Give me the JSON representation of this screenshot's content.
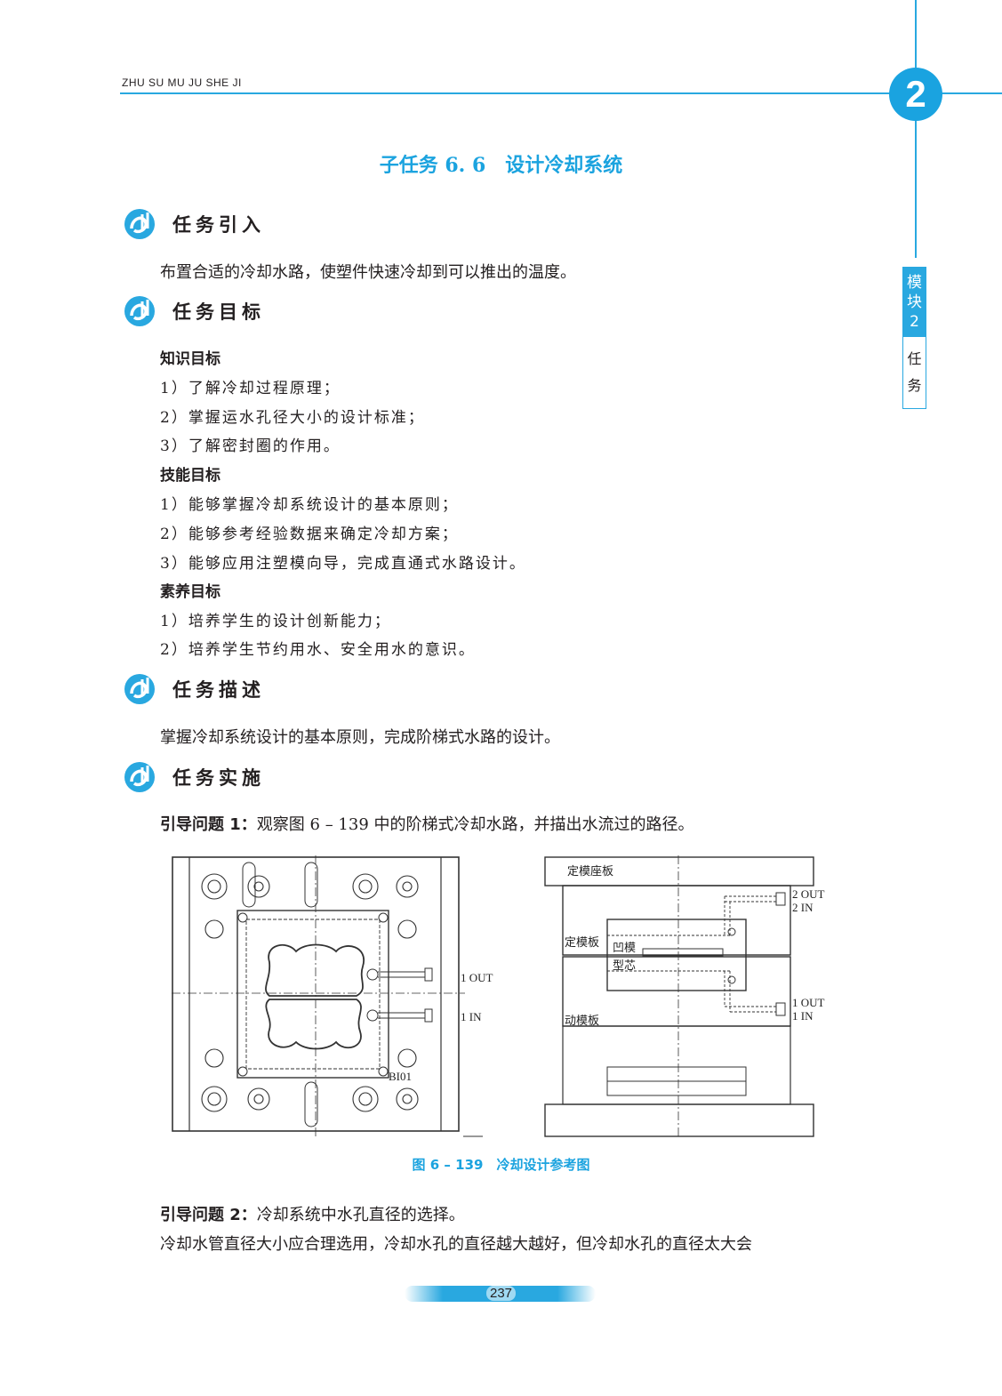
{
  "header": {
    "running_title": "ZHU SU MU JU SHE JI",
    "module_number": "2"
  },
  "side_tab": {
    "top_chars": [
      "模",
      "块",
      "2"
    ],
    "bottom_chars": [
      "任",
      "务"
    ]
  },
  "subtask_title": "子任务 6. 6　设计冷却系统",
  "sections": {
    "intro": {
      "title": "任务引入",
      "text": "布置合适的冷却水路，使塑件快速冷却到可以推出的温度。"
    },
    "goals": {
      "title": "任务目标",
      "knowledge": {
        "heading": "知识目标",
        "items": [
          "1）了解冷却过程原理；",
          "2）掌握运水孔径大小的设计标准；",
          "3）了解密封圈的作用。"
        ]
      },
      "skill": {
        "heading": "技能目标",
        "items": [
          "1）能够掌握冷却系统设计的基本原则；",
          "2）能够参考经验数据来确定冷却方案；",
          "3）能够应用注塑模向导，完成直通式水路设计。"
        ]
      },
      "quality": {
        "heading": "素养目标",
        "items": [
          "1）培养学生的设计创新能力；",
          "2）培养学生节约用水、安全用水的意识。"
        ]
      }
    },
    "description": {
      "title": "任务描述",
      "text": "掌握冷却系统设计的基本原则，完成阶梯式水路的设计。"
    },
    "implementation": {
      "title": "任务实施",
      "q1_label": "引导问题 1：",
      "q1_text": "观察图 6 – 139 中的阶梯式冷却水路，并描出水流过的路径。",
      "q2_label": "引导问题 2：",
      "q2_text": "冷却系统中水孔直径的选择。",
      "q2_body": "冷却水管直径大小应合理选用，冷却水孔的直径越大越好，但冷却水孔的直径太大会"
    }
  },
  "figure": {
    "caption": "图 6 – 139　冷却设计参考图",
    "left_labels": {
      "out": "1 OUT",
      "in": "1 IN",
      "part": "BI01"
    },
    "right_labels": {
      "fixed_clamp_plate": "定模座板",
      "fixed_plate": "定模板",
      "cavity": "凹模",
      "core": "型芯",
      "moving_plate": "动模板",
      "out2": "2 OUT",
      "in2": "2 IN",
      "out1": "1 OUT",
      "in1": "1 IN"
    }
  },
  "page_number": "237",
  "colors": {
    "accent": "#29a8e0",
    "title": "#1ba3df"
  }
}
